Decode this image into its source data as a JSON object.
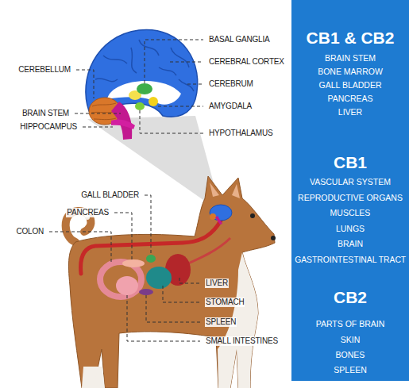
{
  "diagram": {
    "nodes": [
      {
        "text": [
          "CB1 & CB2",
          "BRAIN STEM",
          "BONE MARROW",
          "GALL BLADDER",
          "PANCREAS",
          "LIVER",
          "CB1",
          "VASCULAR SYSTEM",
          "REPRODUCTIVE ORGANS",
          "MUSCLES",
          "LUNGS",
          "BRAIN",
          "GASTROINTESTINAL TRACT",
          "CB2",
          "PARTS OF BRAIN",
          "SKIN",
          "BONES",
          "SPLEEN"
        ]
      }
    ],
    "labels": [
      "BASAL GANGLIA",
      "CEREBELLUM",
      "CEREBRAL CORTEX",
      "CEREBRUM",
      "BRAIN STEM",
      "AMYGDALA",
      "HIPPOCAMPUS",
      "HYPOTHALAMUS",
      "GALL BLADDER",
      "PANCREAS",
      "COLON",
      "LIVER",
      "STOMACH",
      "SPLEEN",
      "SMALL INTESTINES"
    ]
  }
}
